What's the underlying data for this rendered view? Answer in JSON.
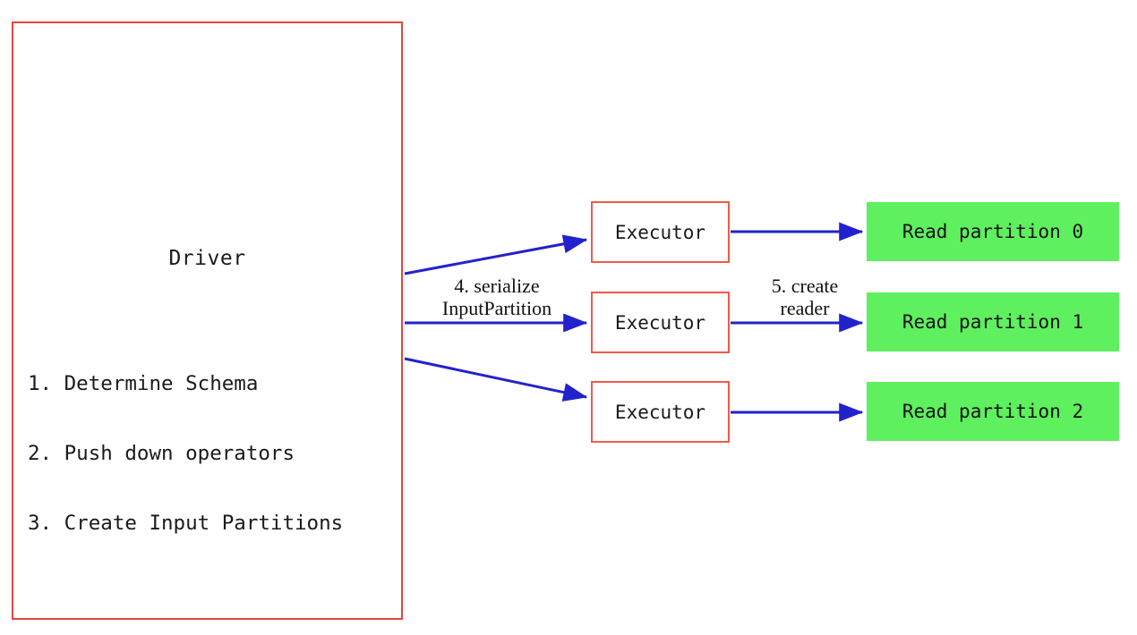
{
  "diagram": {
    "driver": {
      "title": "Driver",
      "steps": [
        "1. Determine Schema",
        "2. Push down operators",
        "3. Create Input Partitions"
      ]
    },
    "executors": [
      {
        "label": "Executor"
      },
      {
        "label": "Executor"
      },
      {
        "label": "Executor"
      }
    ],
    "partitions": [
      {
        "label": "Read partition 0"
      },
      {
        "label": "Read partition 1"
      },
      {
        "label": "Read partition 2"
      }
    ],
    "edge_labels": {
      "serialize": "4. serialize\nInputPartition",
      "create_reader": "5. create\nreader"
    },
    "colors": {
      "box_border_red": "#e8453c",
      "executor_border_red": "#ef5a4c",
      "partition_fill_green": "#5ef05e",
      "arrow_blue": "#2222cc",
      "text_black": "#111111",
      "background_white": "#ffffff"
    }
  }
}
